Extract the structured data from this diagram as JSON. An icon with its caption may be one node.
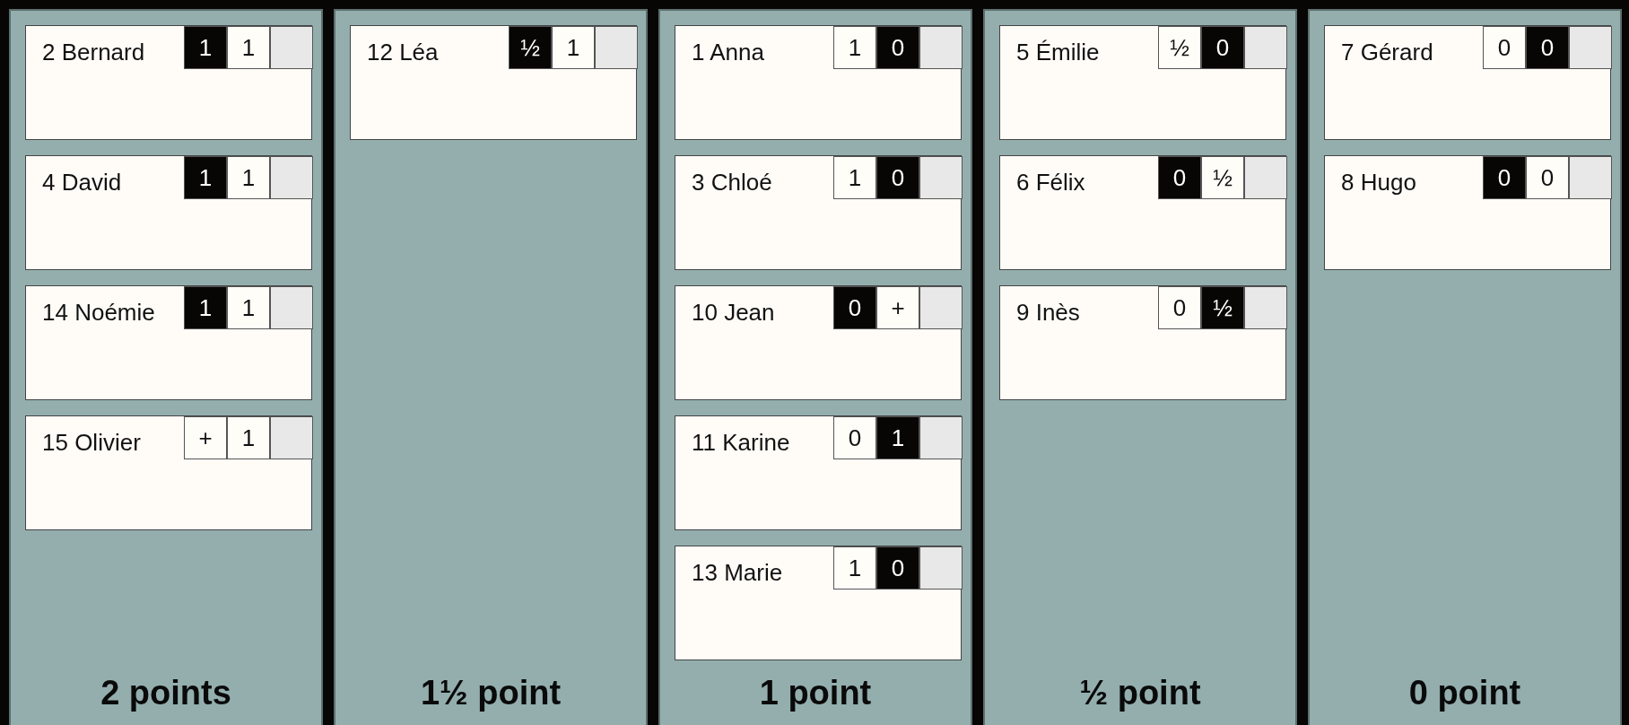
{
  "diagram": {
    "nodes": [
      {
        "text": [
          "2 points"
        ]
      },
      {
        "text": [
          "2 Bernard"
        ],
        "in": 0
      },
      {
        "text": [
          "1"
        ],
        "in": 1
      },
      {
        "text": [
          "1"
        ],
        "in": 1
      },
      {
        "text": [],
        "shape": "box",
        "in": 1
      },
      {
        "text": [
          "4 David"
        ],
        "in": 0
      },
      {
        "text": [
          "1"
        ],
        "in": 5
      },
      {
        "text": [
          "1"
        ],
        "in": 5
      },
      {
        "text": [],
        "shape": "box",
        "in": 5
      },
      {
        "text": [
          "14 Noémie"
        ],
        "in": 0
      },
      {
        "text": [
          "1"
        ],
        "in": 9
      },
      {
        "text": [
          "1"
        ],
        "in": 9
      },
      {
        "text": [],
        "shape": "box",
        "in": 9
      },
      {
        "text": [
          "15 Olivier"
        ],
        "in": 0
      },
      {
        "text": [
          "+"
        ],
        "in": 13
      },
      {
        "text": [
          "1"
        ],
        "in": 13
      },
      {
        "text": [],
        "shape": "box",
        "in": 13
      },
      {
        "text": [
          "1½ point"
        ]
      },
      {
        "text": [
          "12 Léa"
        ],
        "in": 17
      },
      {
        "text": [
          "½"
        ],
        "in": 18
      },
      {
        "text": [
          "1"
        ],
        "in": 18
      },
      {
        "text": [],
        "shape": "box",
        "in": 18
      },
      {
        "text": [
          "1 point"
        ]
      },
      {
        "text": [
          "1 Anna"
        ],
        "in": 22
      },
      {
        "text": [
          "1"
        ],
        "in": 23
      },
      {
        "text": [
          "0"
        ],
        "in": 23
      },
      {
        "text": [],
        "shape": "box",
        "in": 23
      },
      {
        "text": [
          "3 Chloé"
        ],
        "in": 22
      },
      {
        "text": [
          "1"
        ],
        "in": 27
      },
      {
        "text": [
          "0"
        ],
        "in": 27
      },
      {
        "text": [],
        "shape": "box",
        "in": 27
      },
      {
        "text": [
          "10 Jean"
        ],
        "in": 22
      },
      {
        "text": [
          "0"
        ],
        "in": 31
      },
      {
        "text": [
          "+"
        ],
        "in": 31
      },
      {
        "text": [],
        "shape": "box",
        "in": 31
      },
      {
        "text": [
          "11 Karine"
        ],
        "in": 22
      },
      {
        "text": [
          "0"
        ],
        "in": 35
      },
      {
        "text": [
          "1"
        ],
        "in": 35
      },
      {
        "text": [],
        "shape": "box",
        "in": 35
      },
      {
        "text": [
          "13 Marie"
        ],
        "in": 22
      },
      {
        "text": [
          "1"
        ],
        "in": 39
      },
      {
        "text": [
          "0"
        ],
        "in": 39
      },
      {
        "text": [],
        "shape": "box",
        "in": 39
      },
      {
        "text": [
          "½ point"
        ]
      },
      {
        "text": [
          "5 Émilie"
        ],
        "in": 43
      },
      {
        "text": [
          "½"
        ],
        "in": 44
      },
      {
        "text": [
          "0"
        ],
        "in": 44
      },
      {
        "text": [],
        "shape": "box",
        "in": 44
      },
      {
        "text": [
          "6 Félix"
        ],
        "in": 43
      },
      {
        "text": [
          "0"
        ],
        "in": 48
      },
      {
        "text": [
          "½"
        ],
        "in": 48
      },
      {
        "text": [],
        "shape": "box",
        "in": 48
      },
      {
        "text": [
          "9 Inès"
        ],
        "in": 43
      },
      {
        "text": [
          "0"
        ],
        "in": 52
      },
      {
        "text": [
          "½"
        ],
        "in": 52
      },
      {
        "text": [],
        "shape": "box",
        "in": 52
      },
      {
        "text": [
          "0 point"
        ]
      },
      {
        "text": [
          "7 Gérard"
        ],
        "in": 56
      },
      {
        "text": [
          "0"
        ],
        "in": 57
      },
      {
        "text": [
          "0"
        ],
        "in": 57
      },
      {
        "text": [],
        "shape": "box",
        "in": 57
      },
      {
        "text": [
          "8 Hugo"
        ],
        "in": 56
      },
      {
        "text": [
          "0"
        ],
        "in": 61
      },
      {
        "text": [
          "0"
        ],
        "in": 61
      },
      {
        "text": [],
        "shape": "box",
        "in": 61
      }
    ]
  }
}
